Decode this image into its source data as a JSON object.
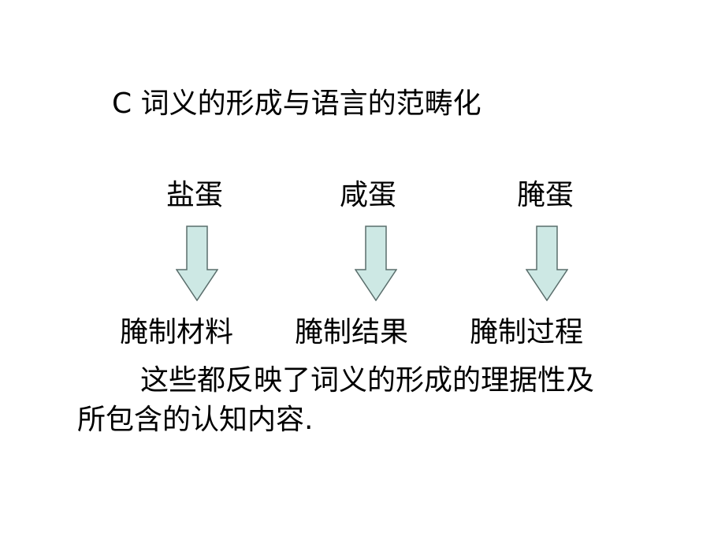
{
  "slide": {
    "title": "C 词义的形成与语言的范畴化",
    "terms": [
      "盐蛋",
      "咸蛋",
      "腌蛋"
    ],
    "meanings": [
      "腌制材料",
      "腌制结果",
      "腌制过程"
    ],
    "paragraph": {
      "line1": "这些都反映了词义的形成的理据性及",
      "line2": "所包含的认知内容."
    },
    "colors": {
      "arrow_fill": "#cde8e4",
      "arrow_stroke": "#5a6e6c",
      "text": "#000000",
      "background": "#ffffff"
    }
  }
}
